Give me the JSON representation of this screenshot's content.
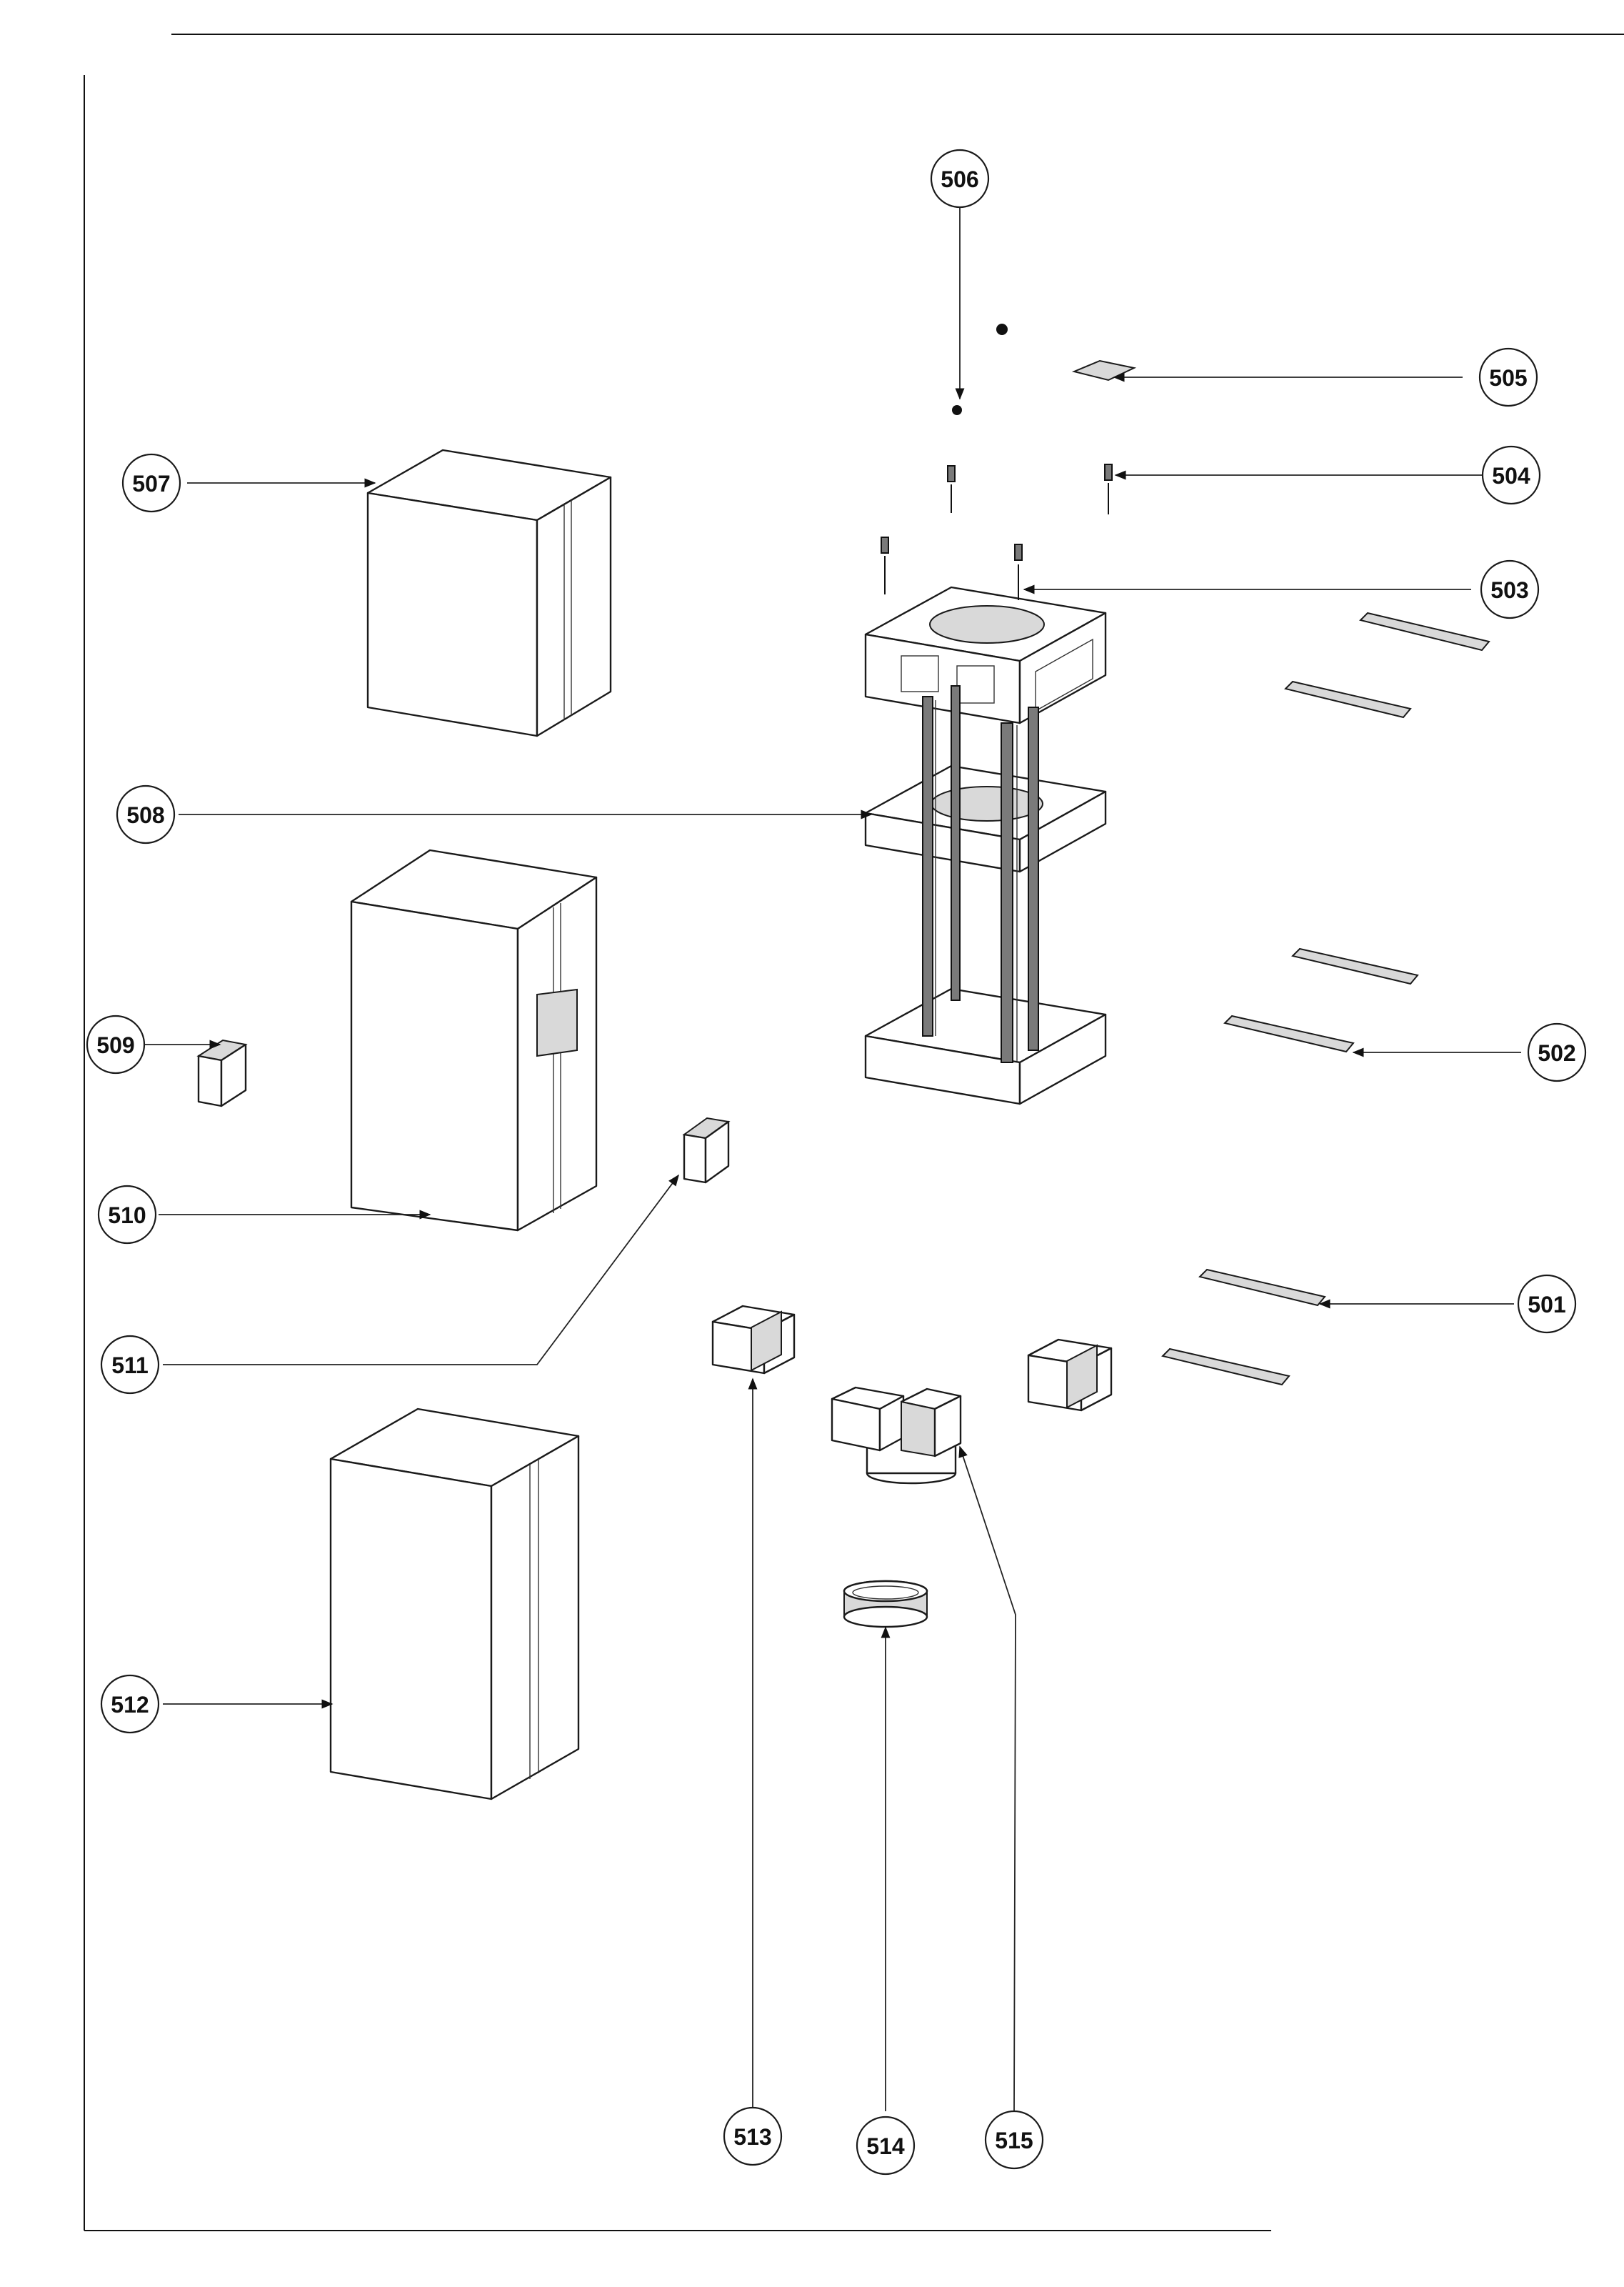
{
  "callouts": {
    "c501": "501",
    "c502": "502",
    "c503": "503",
    "c504": "504",
    "c505": "505",
    "c506": "506",
    "c507": "507",
    "c508": "508",
    "c509": "509",
    "c510": "510",
    "c511": "511",
    "c512": "512",
    "c513": "513",
    "c514": "514",
    "c515": "515"
  }
}
